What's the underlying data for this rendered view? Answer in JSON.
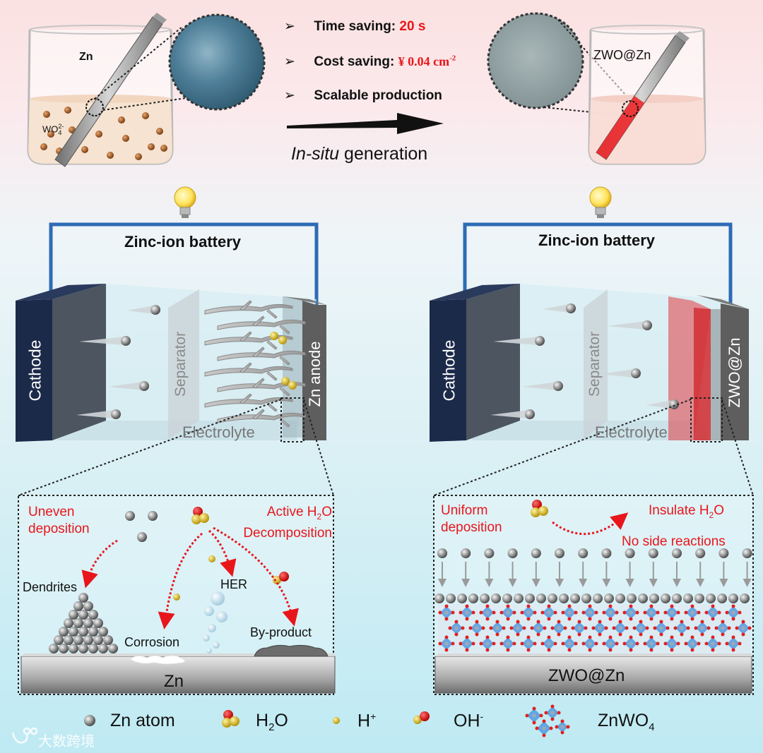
{
  "top": {
    "bullets": [
      {
        "label": "Time saving: ",
        "value": "20 s"
      },
      {
        "label": "Cost saving: ",
        "value": "¥ 0.04 cm"
      },
      {
        "label": "Scalable production",
        "value": ""
      }
    ],
    "cost_sup": "-2",
    "bullet_marker": "➢",
    "arrow_label_italic": "In-situ",
    "arrow_label_rest": " generation",
    "left_beaker": {
      "metal": "Zn",
      "ion": "WO",
      "ion_sub": "4",
      "ion_sup": "2-"
    },
    "right_beaker": {
      "metal": "ZWO@Zn"
    }
  },
  "batteries": {
    "title": "Zinc-ion battery",
    "left": {
      "cathode": "Cathode",
      "separator": "Separator",
      "electrolyte": "Electrolyte",
      "anode": "Zn anode"
    },
    "right": {
      "cathode": "Cathode",
      "separator": "Separator",
      "electrolyte": "Electrolyte",
      "anode": "ZWO@Zn"
    }
  },
  "panels": {
    "left": {
      "uneven_line1": "Uneven",
      "uneven_line2": "deposition",
      "active_line1": "Active H",
      "active_sub": "2",
      "active_o": "O",
      "active_line2": "Decomposition",
      "dendrites": "Dendrites",
      "her": "HER",
      "corrosion": "Corrosion",
      "byproduct": "By-product",
      "substrate": "Zn"
    },
    "right": {
      "uniform_line1": "Uniform",
      "uniform_line2": "deposition",
      "insulate": "Insulate H",
      "insulate_sub": "2",
      "insulate_o": "O",
      "no_side": "No side reactions",
      "substrate": "ZWO@Zn"
    }
  },
  "legend": {
    "zn_atom": "Zn atom",
    "h2o": "H",
    "h2o_sub": "2",
    "h2o_o": "O",
    "hplus": "H",
    "hplus_sup": "+",
    "oh": "OH",
    "oh_sup": "-",
    "znwo4": "ZnWO",
    "znwo4_sub": "4"
  },
  "watermark": "大数跨境",
  "colors": {
    "red_accent": "#e8161b",
    "wire_blue": "#2e6bb5",
    "cathode_navy": "#1c2a4a",
    "anode_gray": "#5e5e5e",
    "red_layer": "#e03a3f"
  }
}
